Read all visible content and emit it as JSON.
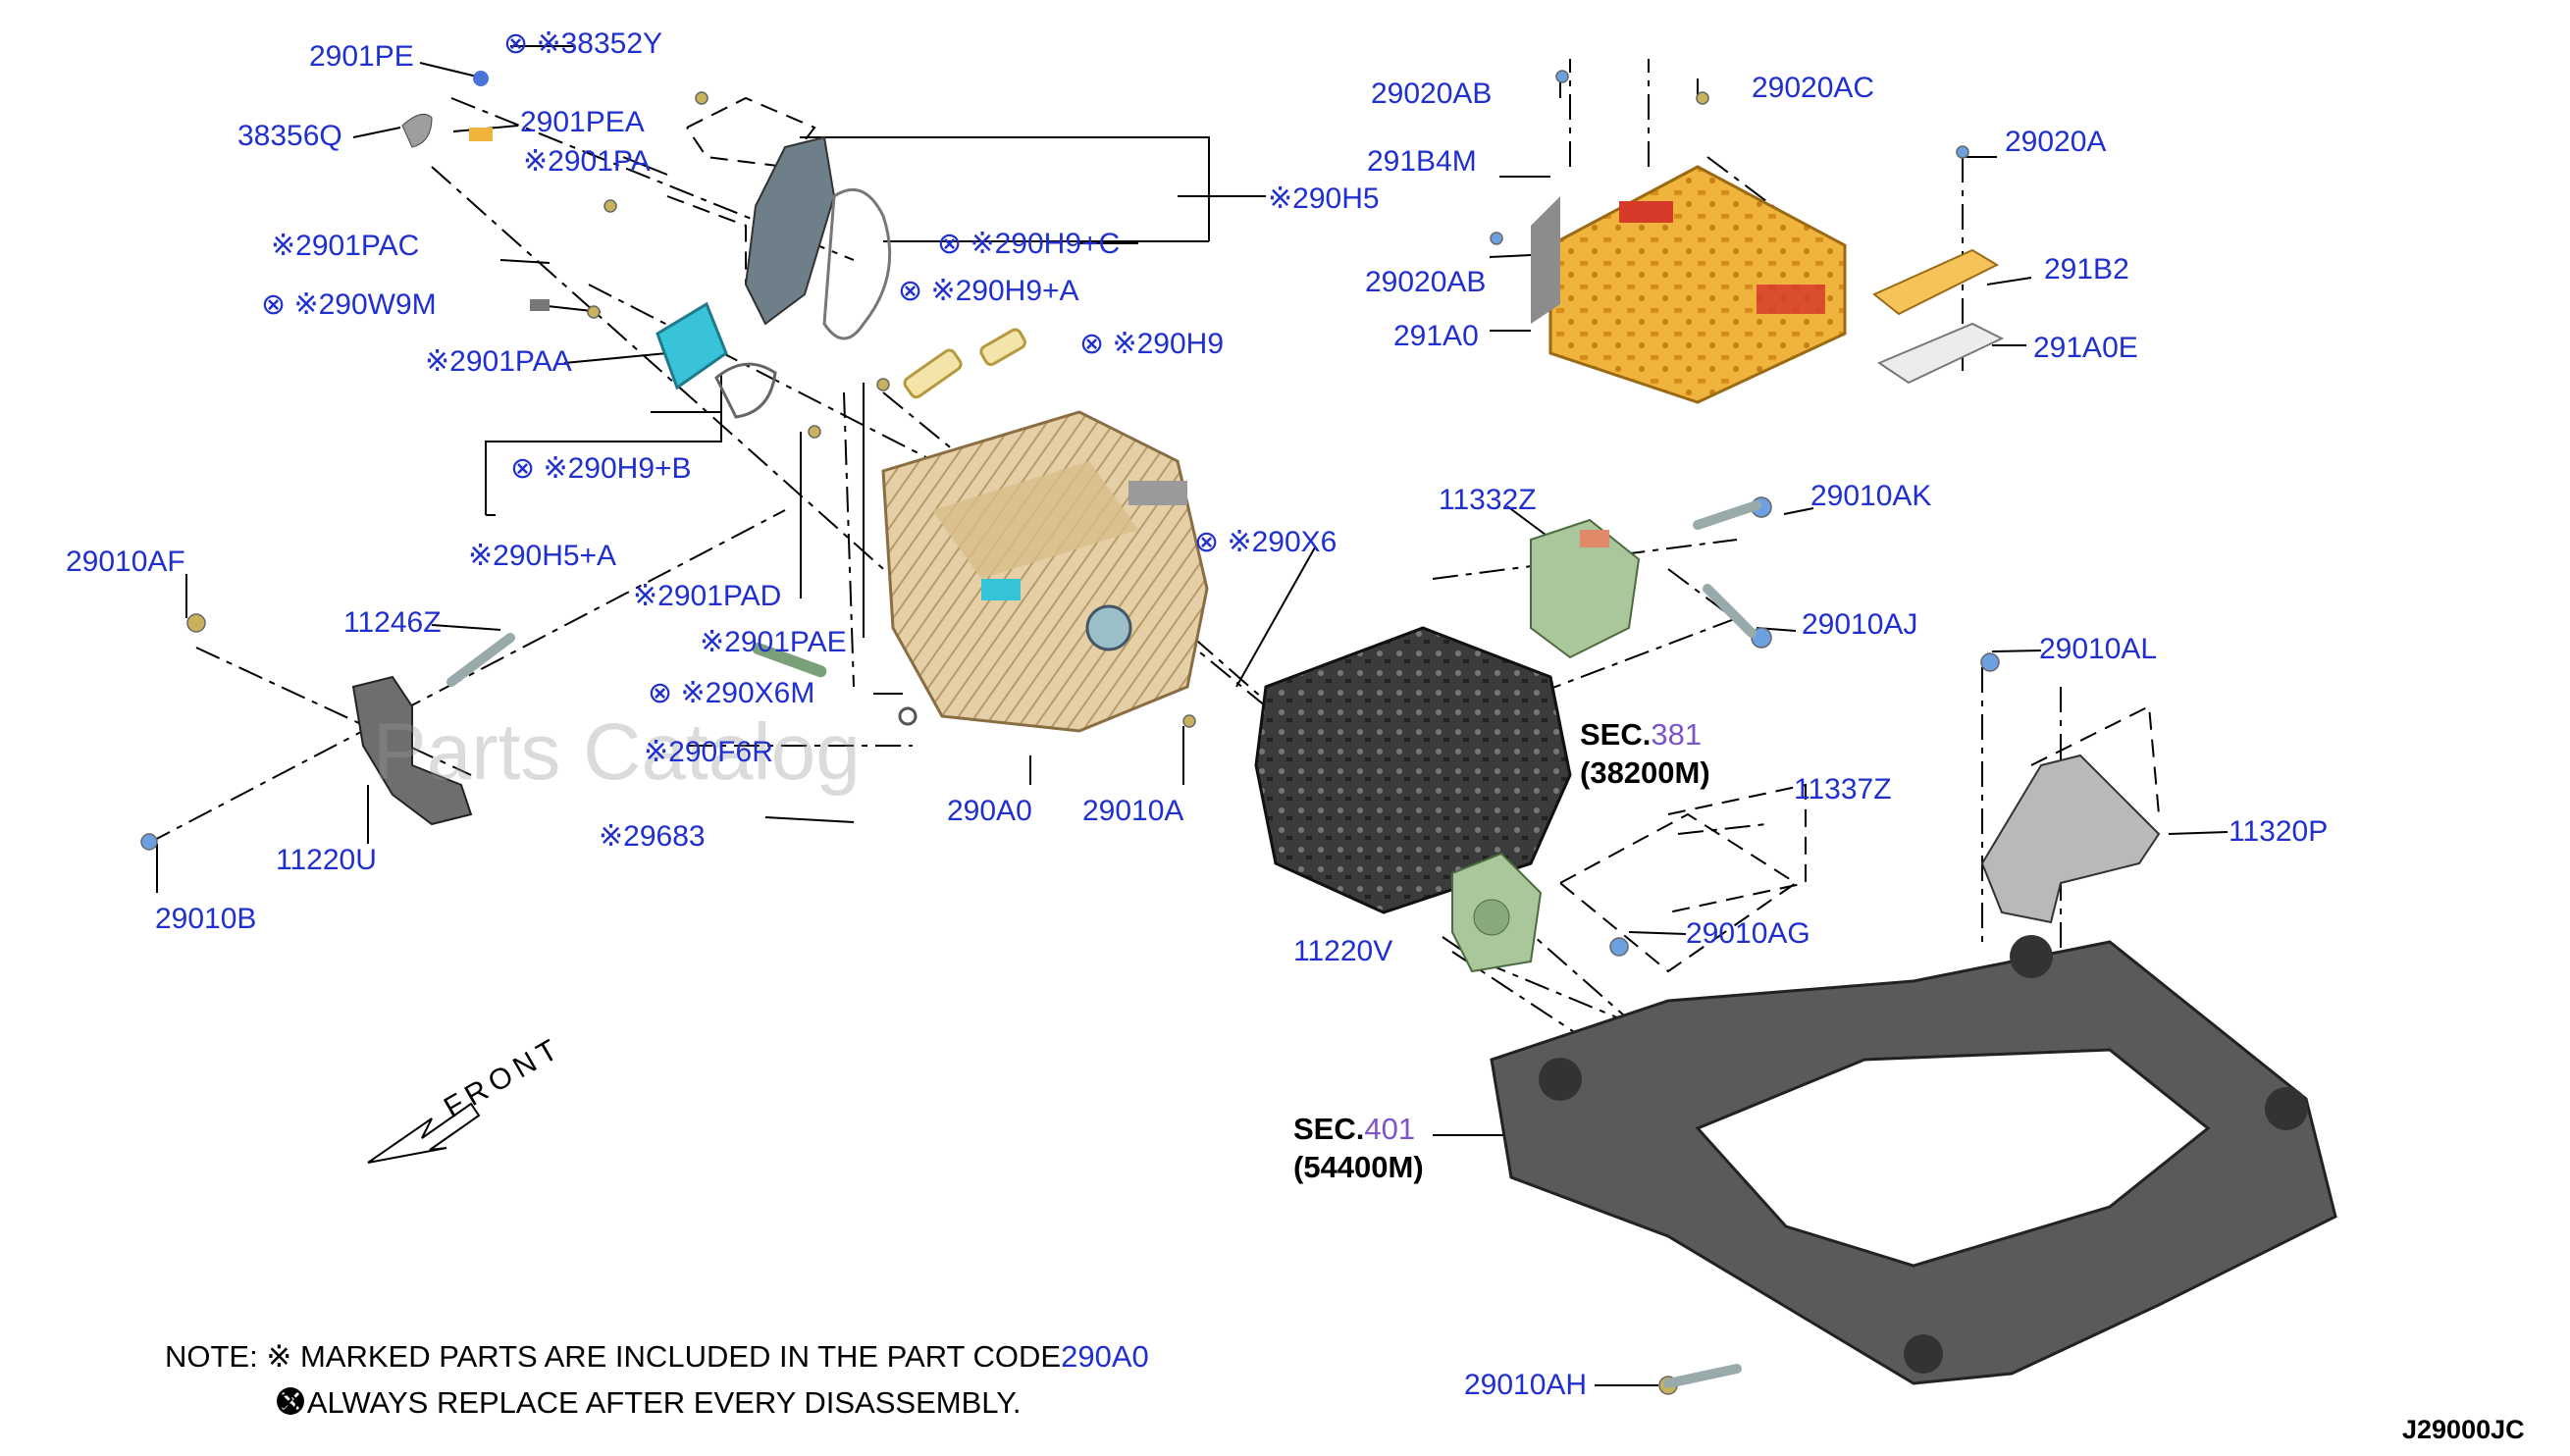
{
  "labels": {
    "l_2901PE": "2901PE",
    "l_38352Y": "⊗ ※38352Y",
    "l_38356Q": "38356Q",
    "l_2901PEA": "2901PEA",
    "l_2901PA": "※2901PA",
    "l_2901PAC": "※2901PAC",
    "l_290W9M": "⊗ ※290W9M",
    "l_2901PAA": "※2901PAA",
    "l_290H9B": "⊗ ※290H9+B",
    "l_290H5A": "※290H5+A",
    "l_2901PAD": "※2901PAD",
    "l_2901PAE": "※2901PAE",
    "l_290X6M": "⊗ ※290X6M",
    "l_290F6R": "※290F6R",
    "l_29683": "※29683",
    "l_290A0": "290A0",
    "l_29010A": "29010A",
    "l_290H5": "※290H5",
    "l_290H9C": "⊗ ※290H9+C",
    "l_290H9A": "⊗ ※290H9+A",
    "l_290H9": "⊗ ※290H9",
    "l_290X6": "⊗ ※290X6",
    "l_29010AF": "29010AF",
    "l_11246Z": "11246Z",
    "l_11220U": "11220U",
    "l_29010B": "29010B",
    "l_29020AB1": "29020AB",
    "l_29020AC": "29020AC",
    "l_29020A": "29020A",
    "l_291B4M": "291B4M",
    "l_29020AB2": "29020AB",
    "l_291A0": "291A0",
    "l_291B2": "291B2",
    "l_291A0E": "291A0E",
    "l_11332Z": "11332Z",
    "l_29010AK": "29010AK",
    "l_29010AJ": "29010AJ",
    "l_29010AL": "29010AL",
    "l_11337Z": "11337Z",
    "l_11320P": "11320P",
    "l_11220V": "11220V",
    "l_29010AG": "29010AG",
    "l_29010AH": "29010AH"
  },
  "sections": {
    "sec381_prefix": "SEC.",
    "sec381_num": "381",
    "sec381_code": "(38200M)",
    "sec401_prefix": "SEC.",
    "sec401_num": "401",
    "sec401_code": "(54400M)"
  },
  "front_label": "FRONT",
  "note": {
    "prefix": "NOTE:",
    "line1": "※ MARKED PARTS ARE INCLUDED IN THE PART CODE",
    "line1_code": "290A0",
    "line2": "⊗ ALWAYS REPLACE AFTER EVERY DISASSEMBLY."
  },
  "diagram_id": "J29000JC",
  "watermark": "Parts Catalog",
  "colors": {
    "label": "#1f2fd0",
    "gearbox": "#e4cfa6",
    "inverter": "#f0b43c",
    "motor": "#3a3a3a",
    "subframe": "#555555",
    "mount_green": "#a9c79a",
    "cyan_part": "#39c3d8",
    "gasket_yellow": "#e7cf73"
  }
}
